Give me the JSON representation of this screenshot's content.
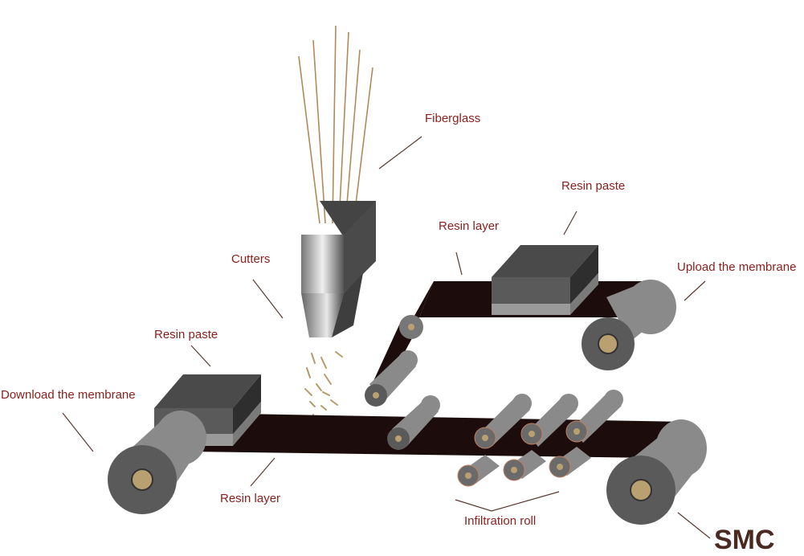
{
  "labels": {
    "fiberglass": "Fiberglass",
    "resin_paste_top": "Resin paste",
    "resin_layer_top": "Resin layer",
    "cutters": "Cutters",
    "upload_membrane": "Upload the membrane",
    "resin_paste_left": "Resin paste",
    "download_membrane": "Download the membrane",
    "resin_layer_bottom": "Resin layer",
    "infiltration_roll": "Infiltration roll",
    "smc": "SMC"
  },
  "colors": {
    "label": "#8a1f1c",
    "belt": "#1c0c0c",
    "roller_dark": "#5a5a5a",
    "roller_light": "#8a8a8a",
    "hub": "#b8a070",
    "box_top": "#3e3e3e",
    "box_front": "#5a5a5a",
    "resin_strip": "#9a9a9a"
  }
}
